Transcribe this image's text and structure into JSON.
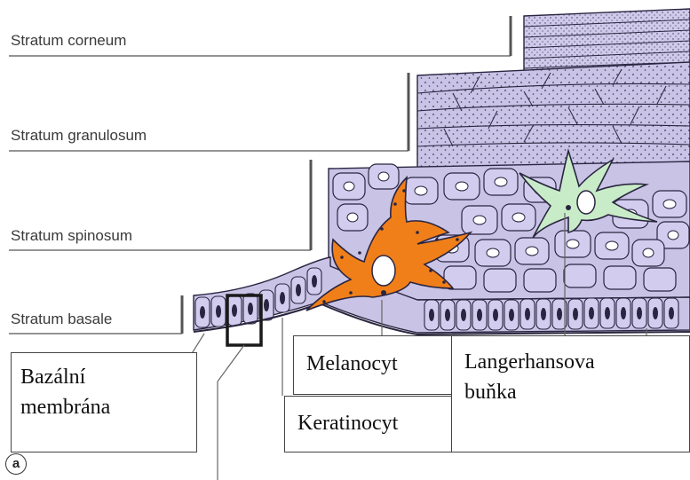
{
  "layers": {
    "corneum": "Stratum corneum",
    "granulosum": "Stratum granulosum",
    "spinosum": "Stratum spinosum",
    "basale": "Stratum basale"
  },
  "callouts": {
    "basal_membrane_line1": "Bazální",
    "basal_membrane_line2": "membrána",
    "melanocyte": "Melanocyt",
    "keratinocyte": "Keratinocyt",
    "langerhans_line1": "Langerhansova",
    "langerhans_line2": "buňka"
  },
  "panel_letter": "a",
  "colors": {
    "keratinocyte_fill": "#c9c3e6",
    "cell_outline": "#2a2540",
    "melanocyte_fill": "#f07f1a",
    "langerhans_fill": "#c8ecc8",
    "label_line": "#555555"
  }
}
